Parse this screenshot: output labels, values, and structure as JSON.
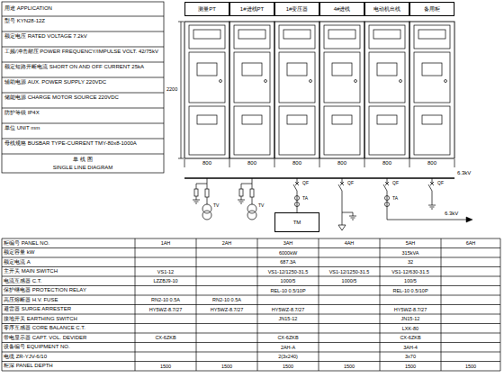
{
  "diagram": {
    "nodes": [
      {
        "text": [
          "测量PT"
        ]
      },
      {
        "text": [
          "1#进线PT"
        ]
      },
      {
        "text": [
          "1#变压器"
        ]
      },
      {
        "text": [
          "4#进线"
        ]
      },
      {
        "text": [
          "电动机出线"
        ]
      },
      {
        "text": [
          "备用柜"
        ]
      },
      {
        "text": [
          "TM"
        ]
      }
    ],
    "labels": [
      "用途 APPLICATION",
      "型号 KYN28-12Z",
      "额定电压 RATED VOLTAGE 7.2kV",
      "工频/冲击耐压 POWER FREQUENCY/IMPULSE VOLT. 42/75kV",
      "额定短路开断电流 SHORT ON AND OFF CURRENT 25kA",
      "辅助电源 AUX. POWER SUPPLY 220VDC",
      "储能电源 CHARGE MOTOR SOURCE 220VDC",
      "防护等级 IP4X",
      "单位 UNIT mm",
      "母线规格 BUSBAR TYPE-CURRENT TMY-80x8-1000A",
      "单 线 图",
      "SINGLE LINE DIAGRAM",
      "2200",
      "800",
      "800",
      "800",
      "800",
      "800",
      "800",
      "6.3kV",
      "TV",
      "TV",
      "QF",
      "TA",
      "QF",
      "QF",
      "TA",
      "QF",
      "6.3kV",
      "柜编号 PANEL NO.",
      "额定容量 kW",
      "额定电流 A",
      "主开关 MAIN SWITCH",
      "电流互感器 C.T.",
      "保护继电器 PROTECTION RELAY",
      "高压熔断器 H.V. FUSE",
      "避雷器 SURGE ARRESTER",
      "接地开关 EARTHING SWITCH",
      "零序互感器 CORE BALANCE C.T.",
      "带电显示器 CAPT. VOL. DEVIDER",
      "设备编号 EQUIPMENT NO.",
      "电缆 ZR-YJV-6/10",
      "柜深 PANEL DEPTH",
      "1AH",
      "2AH",
      "3AH",
      "4AH",
      "5AH",
      "6AH",
      "6000kW",
      "315kVA",
      "687.3A",
      "32",
      "VS1-12",
      "VS1-12/1250-31.5",
      "VS1-12/1250-31.5",
      "VS1-12/630-31.5",
      "LZZBJ9-10",
      "1000/5",
      "1000/5",
      "100/5",
      "REL-10 0.5/10P",
      "REL-10 0.5/10P",
      "RN2-10 0.5A",
      "RN2-10 0.5A",
      "HY5WZ-8.7/27",
      "HY5WZ-8.7/27",
      "HY5WZ-8.7/27",
      "HY5WZ-8.7/27",
      "JN15-12",
      "JN15-12",
      "LXK-80",
      "CX-6ZKB",
      "CX-6ZKB",
      "CX-6ZKB",
      "2AH-A",
      "3AH-4",
      "2(3x240)",
      "3x70",
      "1500",
      "1500",
      "1500",
      "1500",
      "1500",
      "1500"
    ]
  }
}
